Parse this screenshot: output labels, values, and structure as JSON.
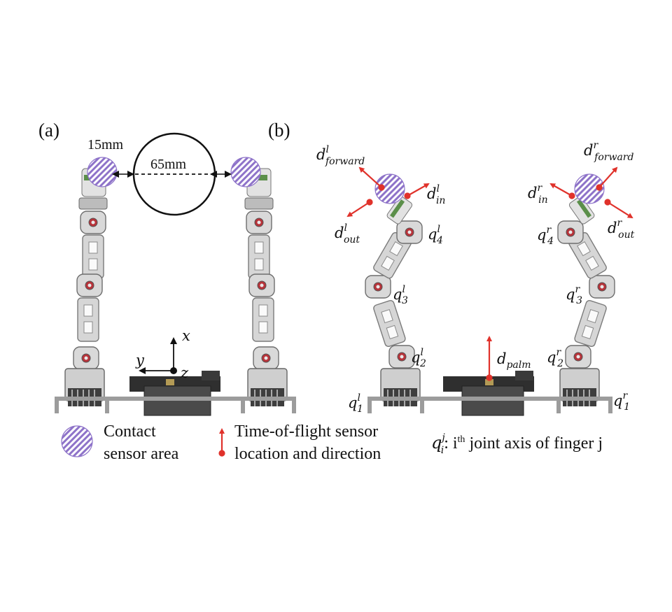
{
  "panels": {
    "a": "(a)",
    "b": "(b)"
  },
  "dimensions": {
    "contact_diameter": "15mm",
    "object_diameter": "65mm"
  },
  "frame_axes": {
    "x": "x",
    "y": "y",
    "z": "z"
  },
  "tof_labels": {
    "left_forward": {
      "base": "d",
      "sup": "l",
      "sub": "forward"
    },
    "left_in": {
      "base": "d",
      "sup": "l",
      "sub": "in"
    },
    "left_out": {
      "base": "d",
      "sup": "l",
      "sub": "out"
    },
    "right_forward": {
      "base": "d",
      "sup": "r",
      "sub": "forward"
    },
    "right_in": {
      "base": "d",
      "sup": "r",
      "sub": "in"
    },
    "right_out": {
      "base": "d",
      "sup": "r",
      "sub": "out"
    },
    "palm": {
      "base": "d",
      "sub": "palm"
    }
  },
  "joint_labels": {
    "l1": {
      "base": "q",
      "sub": "1",
      "sup": "l"
    },
    "l2": {
      "base": "q",
      "sub": "2",
      "sup": "l"
    },
    "l3": {
      "base": "q",
      "sub": "3",
      "sup": "l"
    },
    "l4": {
      "base": "q",
      "sub": "4",
      "sup": "l"
    },
    "r1": {
      "base": "q",
      "sub": "1",
      "sup": "r"
    },
    "r2": {
      "base": "q",
      "sub": "2",
      "sup": "r"
    },
    "r3": {
      "base": "q",
      "sub": "3",
      "sup": "r"
    },
    "r4": {
      "base": "q",
      "sub": "4",
      "sup": "r"
    }
  },
  "legend": {
    "contact_line1": "Contact",
    "contact_line2": "sensor area",
    "tof_line1": "Time-of-flight sensor",
    "tof_line2": "location and direction",
    "joint_base": "q",
    "joint_sub": "i",
    "joint_sup": "j",
    "joint_colon": ": i",
    "joint_th": "th",
    "joint_rest": " joint axis of finger j"
  },
  "colors": {
    "contact_hatch": "#8e73c9",
    "tof_arrow": "#e0322b",
    "finger_body": "#cfcfcf",
    "finger_dark": "#6d6d6d",
    "joint_red": "#b8333a"
  }
}
